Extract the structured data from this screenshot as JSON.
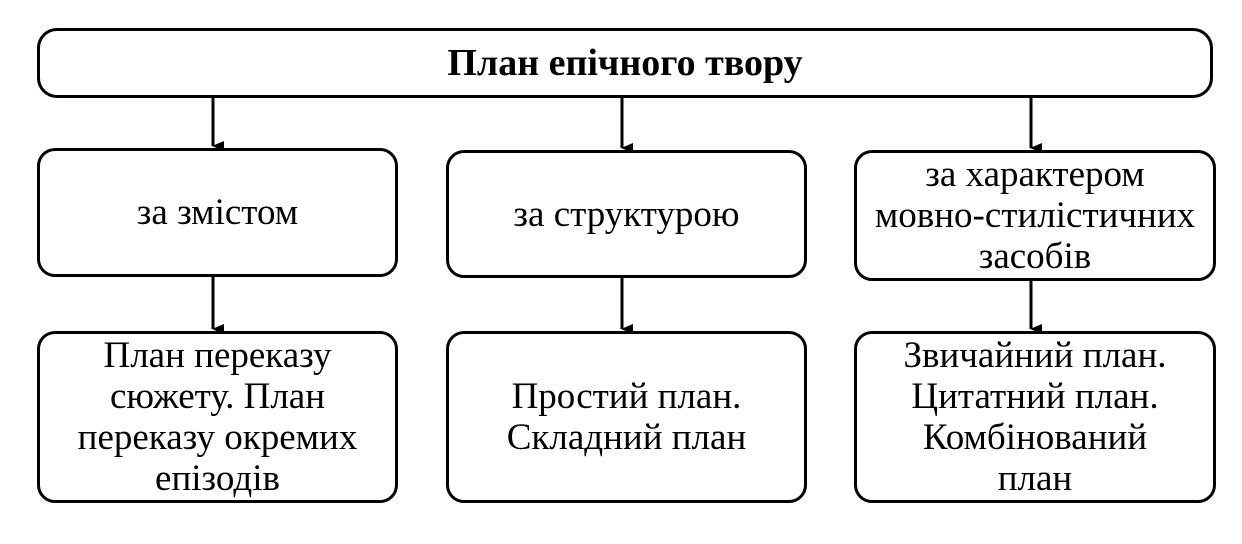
{
  "diagram": {
    "title": "План епічного твору",
    "categories": [
      {
        "label": "за змістом",
        "detail": "План переказу\nсюжету. План\nпереказу окремих\nепізодів"
      },
      {
        "label": "за структурою",
        "detail": "Простий план.\nСкладний план"
      },
      {
        "label": "за характером\nмовно-стилістичних\nзасобів",
        "detail": "Звичайний план.\nЦитатний план.\nКомбінований\nплан"
      }
    ]
  }
}
